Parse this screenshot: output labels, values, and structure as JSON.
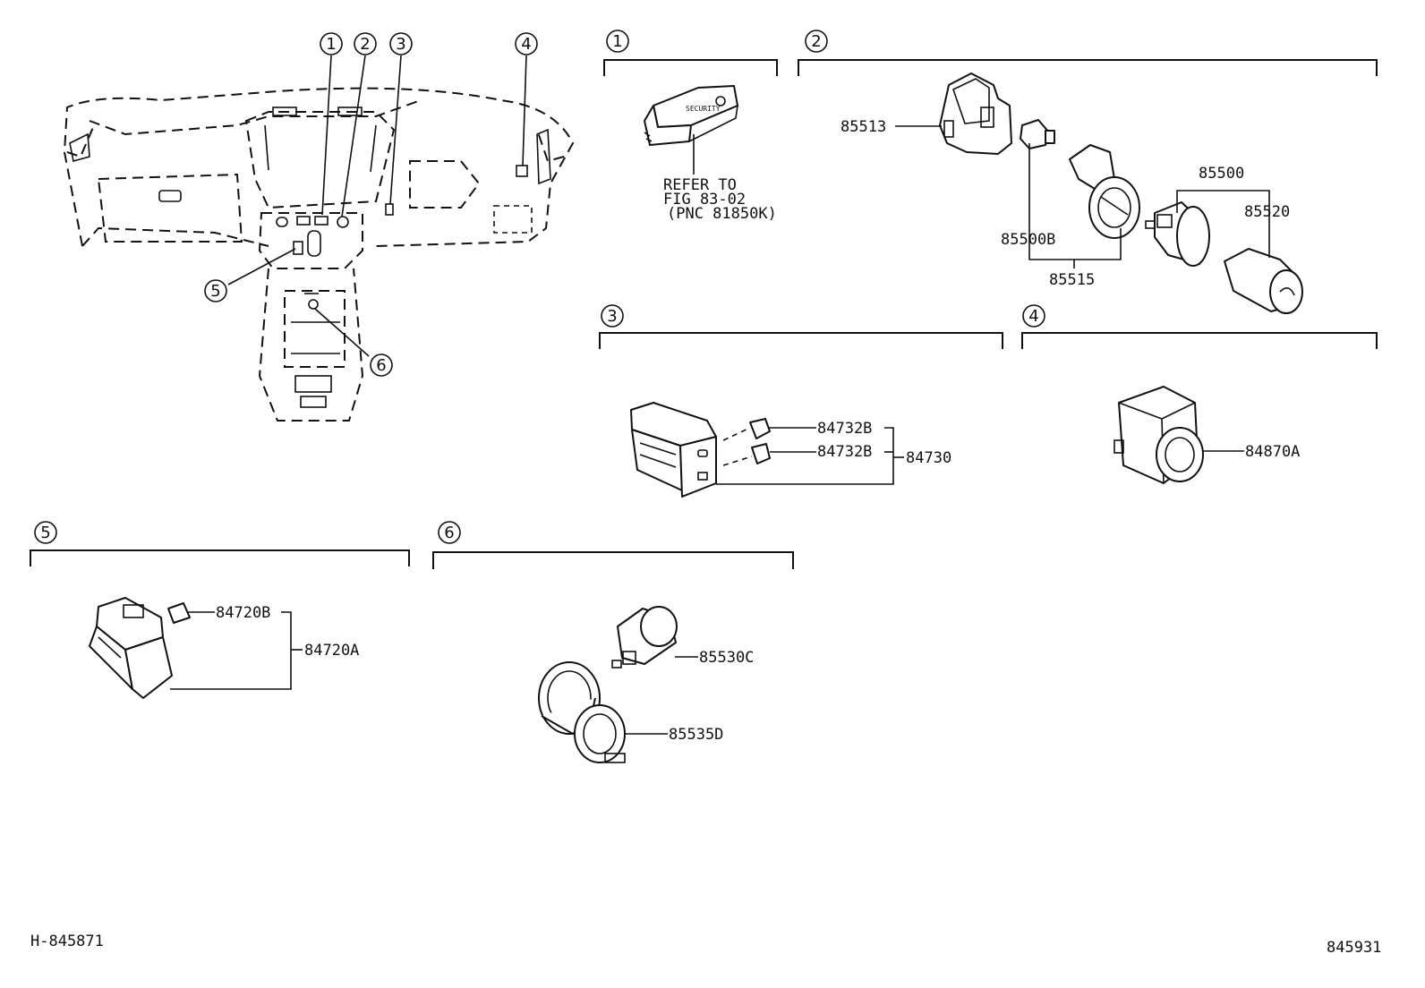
{
  "sections": [
    {
      "number": "1",
      "callouts": [
        "REFER TO",
        "FIG 83-02",
        "(PNC 81850K)"
      ]
    },
    {
      "number": "2",
      "parts": [
        "85513",
        "85500B",
        "85515",
        "85500",
        "85520"
      ]
    },
    {
      "number": "3",
      "parts": [
        "84732B",
        "84732B",
        "84730"
      ]
    },
    {
      "number": "4",
      "parts": [
        "84870A"
      ]
    },
    {
      "number": "5",
      "parts": [
        "84720B",
        "84720A"
      ]
    },
    {
      "number": "6",
      "parts": [
        "85530C",
        "85535D"
      ]
    }
  ],
  "overview": {
    "markers": [
      "1",
      "2",
      "3",
      "4",
      "5",
      "6"
    ],
    "button_label": "SECURITY"
  },
  "footer": {
    "left_code": "H-845871",
    "right_code": "845931"
  }
}
